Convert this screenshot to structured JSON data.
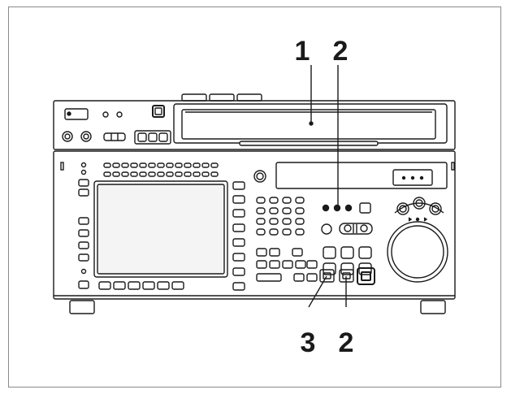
{
  "callouts": {
    "top_first": "1",
    "top_second": "2",
    "bottom_first": "3",
    "bottom_second": "2"
  },
  "colors": {
    "stroke": "#1a1a1a",
    "frame": "#8a8a8a",
    "face": "#ffffff",
    "panel_shade": "#f4f4f4",
    "dark_button": "#2a2a2a"
  }
}
